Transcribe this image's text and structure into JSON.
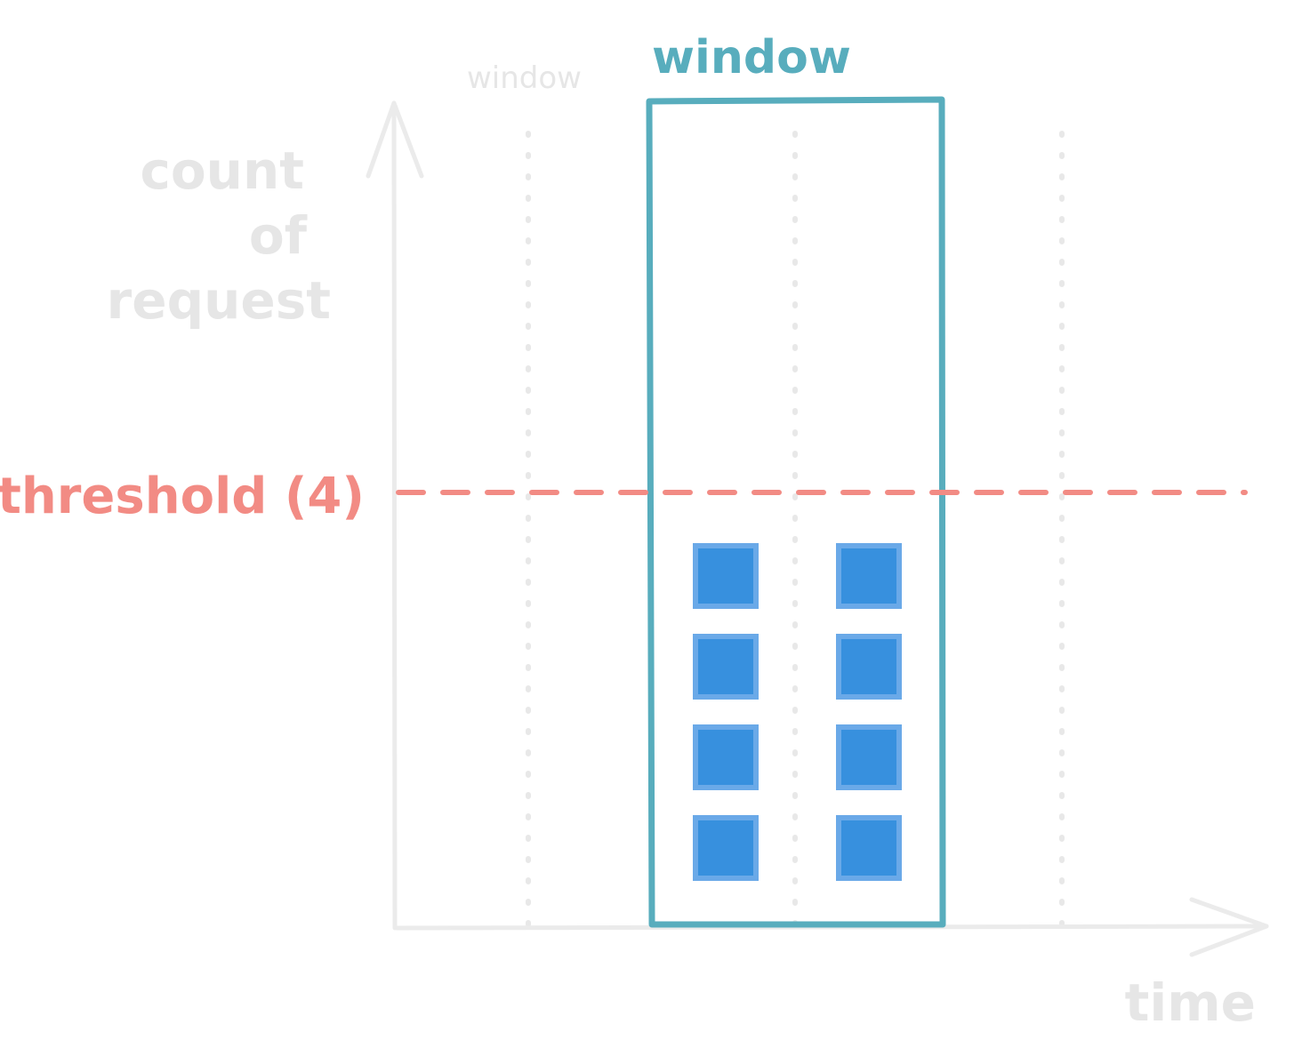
{
  "labels": {
    "y_axis_line1": "count",
    "y_axis_line2": "of",
    "y_axis_line3": "request",
    "x_axis": "time",
    "faded_window": "window",
    "active_window": "window",
    "threshold": "threshold (4)"
  },
  "colors": {
    "axis": "#ebebeb",
    "faded_text": "#e6e6e6",
    "divider": "#e8e8e8",
    "window": "#58adbd",
    "threshold": "#f28b84",
    "request_fill": "#3790de",
    "request_border": "#6aa9e8",
    "background": "#ffffff"
  },
  "diagram": {
    "threshold_value": 4,
    "window_columns": [
      {
        "column": 1,
        "request_count": 4
      },
      {
        "column": 2,
        "request_count": 4
      }
    ]
  }
}
